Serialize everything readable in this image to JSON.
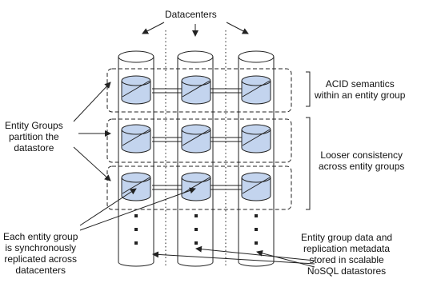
{
  "title": "Datacenters",
  "labels": {
    "entity_groups": [
      "Entity Groups",
      "partition the",
      "datastore"
    ],
    "acid": [
      "ACID semantics",
      "within an entity group"
    ],
    "looser": [
      "Looser consistency",
      "across entity groups"
    ],
    "replicated": [
      "Each entity group",
      "is synchronously",
      "replicated across",
      "datacenters"
    ],
    "nosql": [
      "Entity group data and",
      "replication metadata",
      "stored in scalable",
      "NoSQL datastores"
    ]
  },
  "colors": {
    "cylinder_fill": "#c3d4ee",
    "line": "#222222"
  }
}
